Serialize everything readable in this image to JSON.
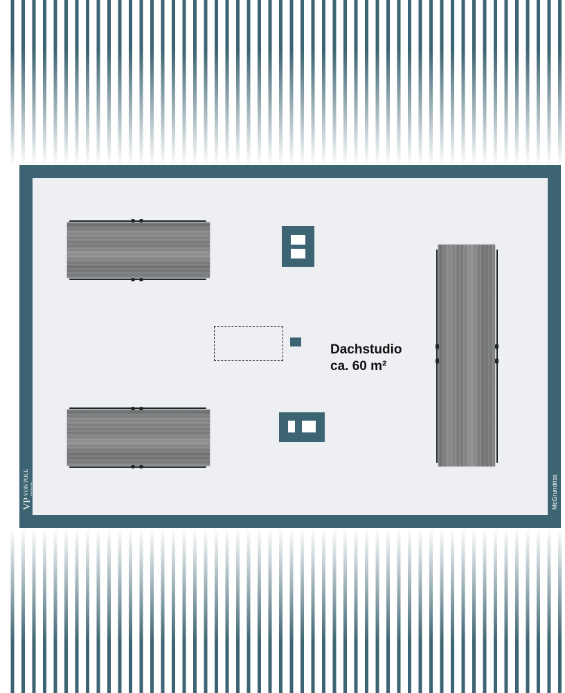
{
  "room": {
    "name": "Dachstudio",
    "area": "ca. 60 m²"
  },
  "branding": {
    "logo_mark": "VP",
    "logo_text": "VON POLL",
    "logo_subtext": "IMMOBILIEN"
  },
  "credit": "McGrundriss",
  "colors": {
    "frame": "#3d6472",
    "floor": "#eeeff3",
    "stripe": "#3d6472",
    "wood": "#808283",
    "label": "#111111"
  },
  "icons": [
    "skylight-icon",
    "window-icon",
    "stair-opening-icon",
    "chimney-icon"
  ]
}
